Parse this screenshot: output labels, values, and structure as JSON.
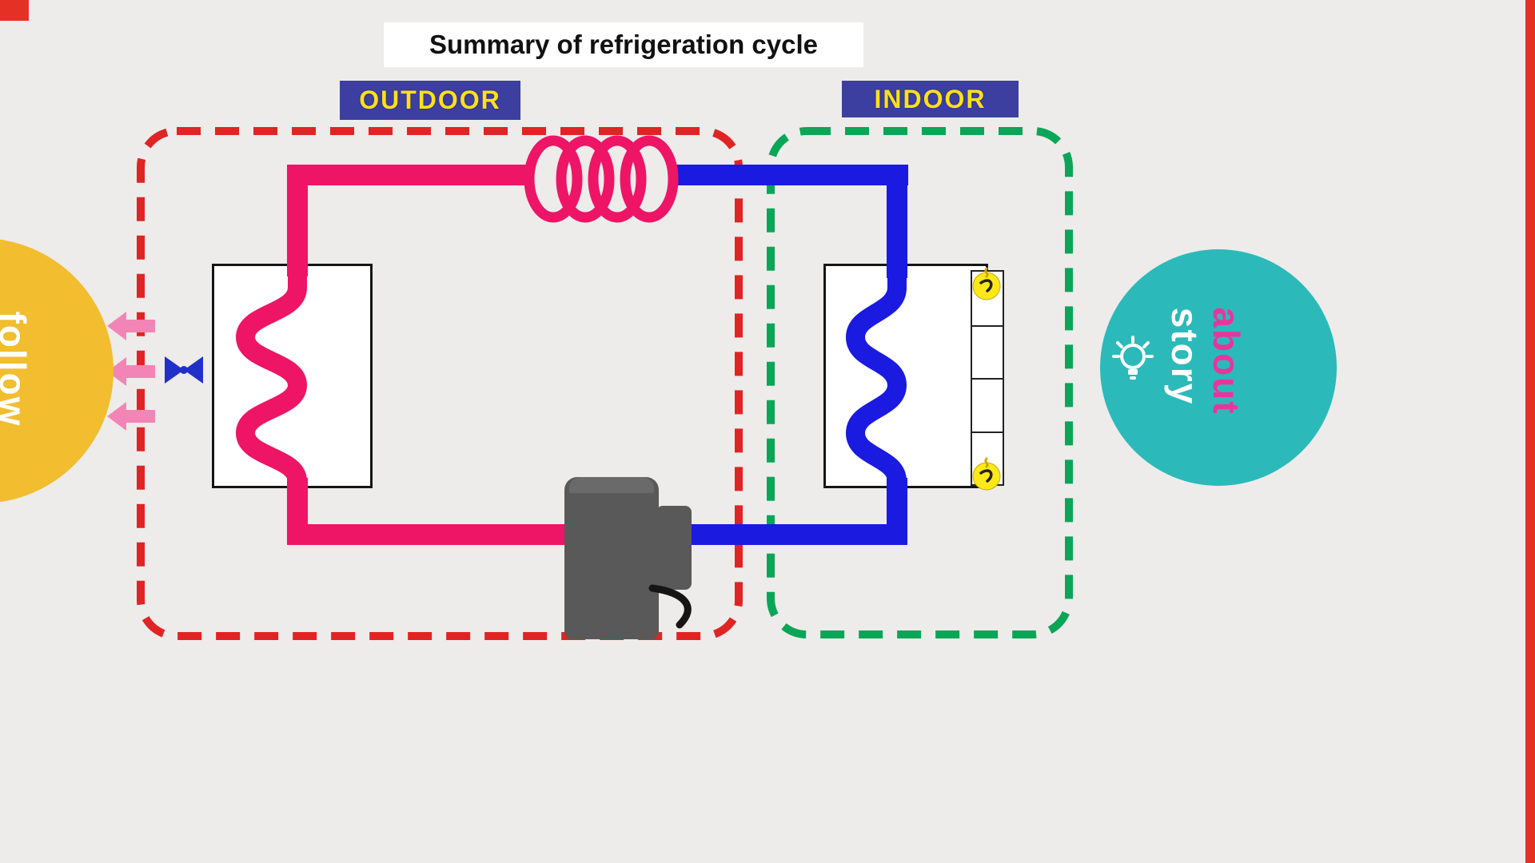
{
  "title": "Summary of refrigeration cycle",
  "zones": {
    "outdoor": {
      "label": "OUTDOOR"
    },
    "indoor": {
      "label": "INDOOR"
    }
  },
  "side_tabs": {
    "follow": "follow",
    "story": "story",
    "about": "about"
  },
  "components": {
    "condenser": "condenser-coil",
    "evaporator": "evaporator-coil",
    "expansion_device": "expansion-coil",
    "compressor": "compressor",
    "fan": "fan-icon",
    "heat_arrows": "heat-arrow-icon",
    "warm_marker_top": "swirl-icon",
    "warm_marker_bottom": "swirl-icon",
    "idea": "lightbulb-icon"
  },
  "colors": {
    "pipe_hot": "#ee1566",
    "pipe_cold": "#1a1ae0",
    "outdoor_border": "#e02424",
    "indoor_border": "#0aa657",
    "label_bg": "#3c3fa0",
    "label_text": "#ffe01a",
    "compressor": "#595959",
    "follow_circle": "#f2bd2f",
    "story_circle": "#2cb9ba",
    "about_text": "#e8359b",
    "heat_arrow": "#f285b5",
    "fan_blue": "#2130c8",
    "swirl_yellow": "#ffe817",
    "edge_strip": "#e53125"
  }
}
